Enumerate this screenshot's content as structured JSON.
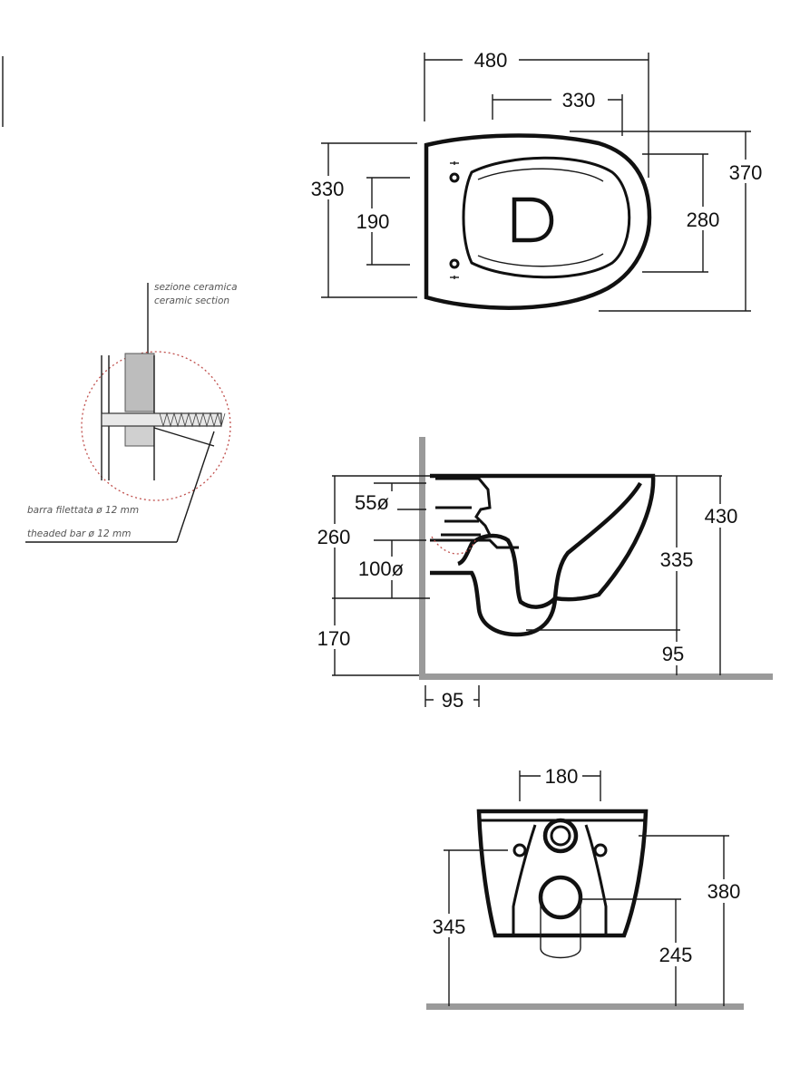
{
  "top_view": {
    "overall_width": "480",
    "fixing_offset": "330",
    "overall_depth": "330",
    "fixing_spacing": "190",
    "seat_inner": "280",
    "seat_outer": "370"
  },
  "side_view": {
    "inlet": "55ø",
    "outlet": "100ø",
    "outlet_height": "260",
    "overall_height": "430",
    "bowl_depth": "335",
    "floor_clearance": "170",
    "bottom_offset": "95",
    "wall_offset": "95"
  },
  "detail": {
    "line1": "sezione ceramica",
    "line2": "ceramic section",
    "line3": "barra filettata ø 12 mm",
    "line4": "theaded bar ø 12 mm"
  },
  "front_view": {
    "bolt_spacing": "180",
    "overall_height": "380",
    "fixing_height": "345",
    "outlet_height": "245"
  }
}
